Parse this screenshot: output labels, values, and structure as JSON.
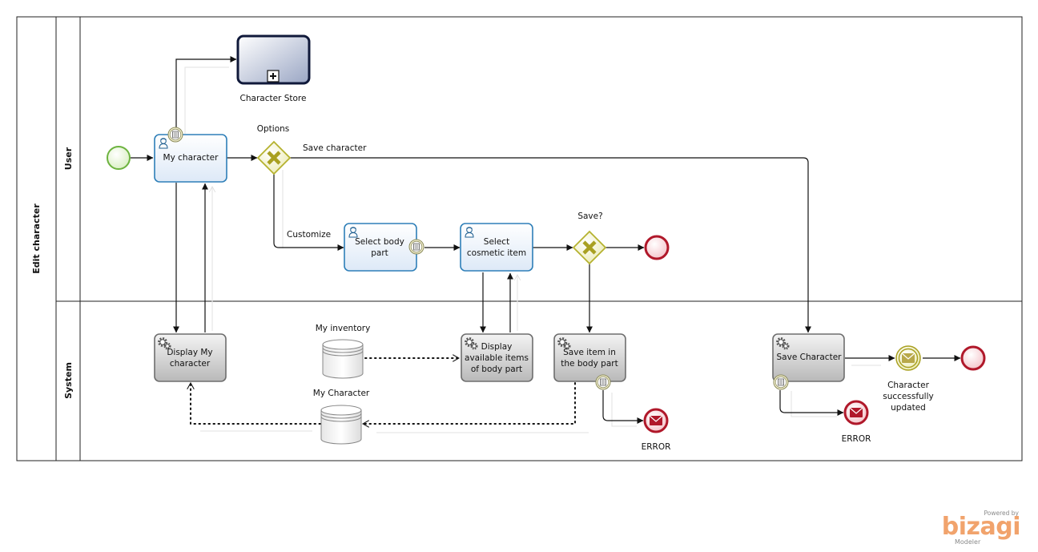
{
  "pool": {
    "title": "Edit character"
  },
  "lanes": {
    "user": "User",
    "system": "System"
  },
  "elements": {
    "character_store": "Character Store",
    "my_character_task": "My character",
    "options_gateway": "Options",
    "save_character_flow": "Save character",
    "customize_flow": "Customize",
    "select_body_part": [
      "Select body",
      "part"
    ],
    "select_cosmetic_item": [
      "Select",
      "cosmetic item"
    ],
    "save_gateway": "Save?",
    "display_my_character": [
      "Display My",
      "character"
    ],
    "my_inventory": "My inventory",
    "my_character_store": "My Character",
    "display_available_items": [
      "Display",
      "available items",
      "of body part"
    ],
    "save_item": [
      "Save item in",
      "the body part"
    ],
    "error_1": "ERROR",
    "save_character_task": "Save Character",
    "success_event": [
      "Character",
      "successfully",
      "updated"
    ],
    "error_2": "ERROR"
  },
  "branding": {
    "powered_by": "Powered by",
    "brand": "bizagi",
    "product": "Modeler"
  },
  "colors": {
    "user_task_border": "#2e7fb8",
    "system_task_border": "#6e6e6e",
    "start_event": "#6db33f",
    "end_event": "#b0182a",
    "gateway": "#b5b22f",
    "brand": "#f1a36c"
  }
}
